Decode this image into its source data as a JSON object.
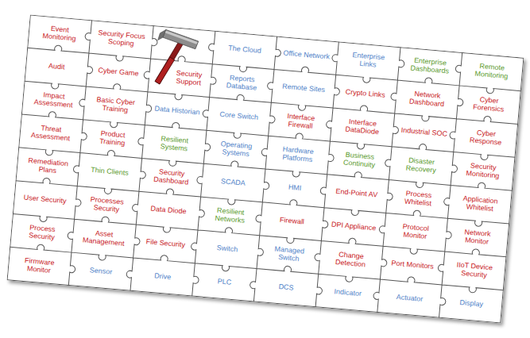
{
  "diagram": {
    "nodes": [
      {
        "text": [
          "Event Monitoring"
        ]
      },
      {
        "text": [
          "Security Focus Scoping"
        ]
      },
      {
        "text": [
          "The Cloud"
        ]
      },
      {
        "text": [
          "Office Network"
        ]
      },
      {
        "text": [
          "Enterprise Links"
        ]
      },
      {
        "text": [
          "Enterprise Dashboards"
        ]
      },
      {
        "text": [
          "Remote Monitoring"
        ]
      },
      {
        "text": [
          "Audit"
        ]
      },
      {
        "text": [
          "Cyber Game"
        ]
      },
      {
        "text": [
          "Security Support"
        ]
      },
      {
        "text": [
          "Reports Database"
        ]
      },
      {
        "text": [
          "Remote Sites"
        ]
      },
      {
        "text": [
          "Crypto Links"
        ]
      },
      {
        "text": [
          "Network Dashboard"
        ]
      },
      {
        "text": [
          "Cyber Forensics"
        ]
      },
      {
        "text": [
          "Impact Assessment"
        ]
      },
      {
        "text": [
          "Basic Cyber Training"
        ]
      },
      {
        "text": [
          "Data Historian"
        ]
      },
      {
        "text": [
          "Core Switch"
        ]
      },
      {
        "text": [
          "Interface Firewall"
        ]
      },
      {
        "text": [
          "Interface DataDiode"
        ]
      },
      {
        "text": [
          "Industrial SOC"
        ]
      },
      {
        "text": [
          "Cyber Response"
        ]
      },
      {
        "text": [
          "Threat Assessment"
        ]
      },
      {
        "text": [
          "Product Training"
        ]
      },
      {
        "text": [
          "Resilient Systems"
        ]
      },
      {
        "text": [
          "Operating Systems"
        ]
      },
      {
        "text": [
          "Hardware Platforms"
        ]
      },
      {
        "text": [
          "Business Continuity"
        ]
      },
      {
        "text": [
          "Disaster Recovery"
        ]
      },
      {
        "text": [
          "Security Monitoring"
        ]
      },
      {
        "text": [
          "Remediation Plans"
        ]
      },
      {
        "text": [
          "Thin Clients"
        ]
      },
      {
        "text": [
          "Security Dashboard"
        ]
      },
      {
        "text": [
          "SCADA"
        ]
      },
      {
        "text": [
          "HMI"
        ]
      },
      {
        "text": [
          "End-Point AV"
        ]
      },
      {
        "text": [
          "Process Whitelist"
        ]
      },
      {
        "text": [
          "Application Whitelist"
        ]
      },
      {
        "text": [
          "User Security"
        ]
      },
      {
        "text": [
          "Processes Security"
        ]
      },
      {
        "text": [
          "Data Diode"
        ]
      },
      {
        "text": [
          "Resilient Networks"
        ]
      },
      {
        "text": [
          "Firewall"
        ]
      },
      {
        "text": [
          "DPI Appliance"
        ]
      },
      {
        "text": [
          "Protocol Monitor"
        ]
      },
      {
        "text": [
          "Network Monitor"
        ]
      },
      {
        "text": [
          "Process Security"
        ]
      },
      {
        "text": [
          "Asset Management"
        ]
      },
      {
        "text": [
          "File Security"
        ]
      },
      {
        "text": [
          "Switch"
        ]
      },
      {
        "text": [
          "Managed Switch"
        ]
      },
      {
        "text": [
          "Change Detection"
        ]
      },
      {
        "text": [
          "Port Monitors"
        ]
      },
      {
        "text": [
          "IIoT Device Security"
        ]
      },
      {
        "text": [
          "Firmware Monitor"
        ]
      },
      {
        "text": [
          "Sensor"
        ]
      },
      {
        "text": [
          "Drive"
        ]
      },
      {
        "text": [
          "PLC"
        ]
      },
      {
        "text": [
          "DCS"
        ]
      },
      {
        "text": [
          "Indicator"
        ]
      },
      {
        "text": [
          "Actuator"
        ]
      },
      {
        "text": [
          "Display"
        ]
      }
    ]
  }
}
